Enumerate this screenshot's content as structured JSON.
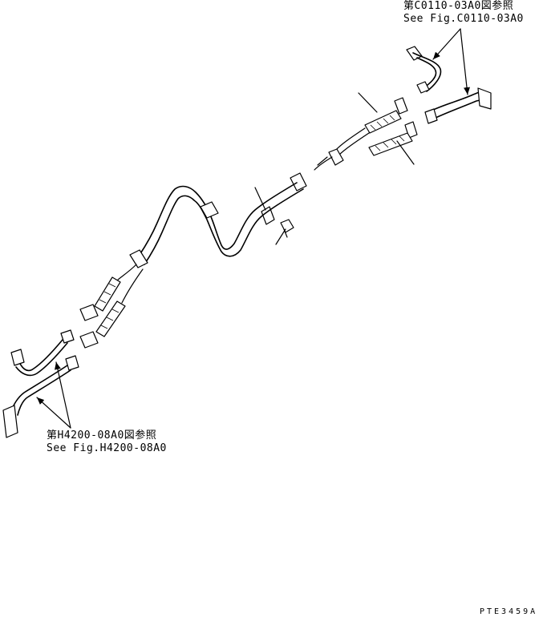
{
  "references": {
    "top": {
      "line1": "第C0110-03A0図参照",
      "line2": "See Fig.C0110-03A0"
    },
    "bottom": {
      "line1": "第H4200-08A0図参照",
      "line2": "See Fig.H4200-08A0"
    }
  },
  "drawing_code": "PTE3459A",
  "colors": {
    "line": "#000000",
    "background": "#ffffff"
  }
}
